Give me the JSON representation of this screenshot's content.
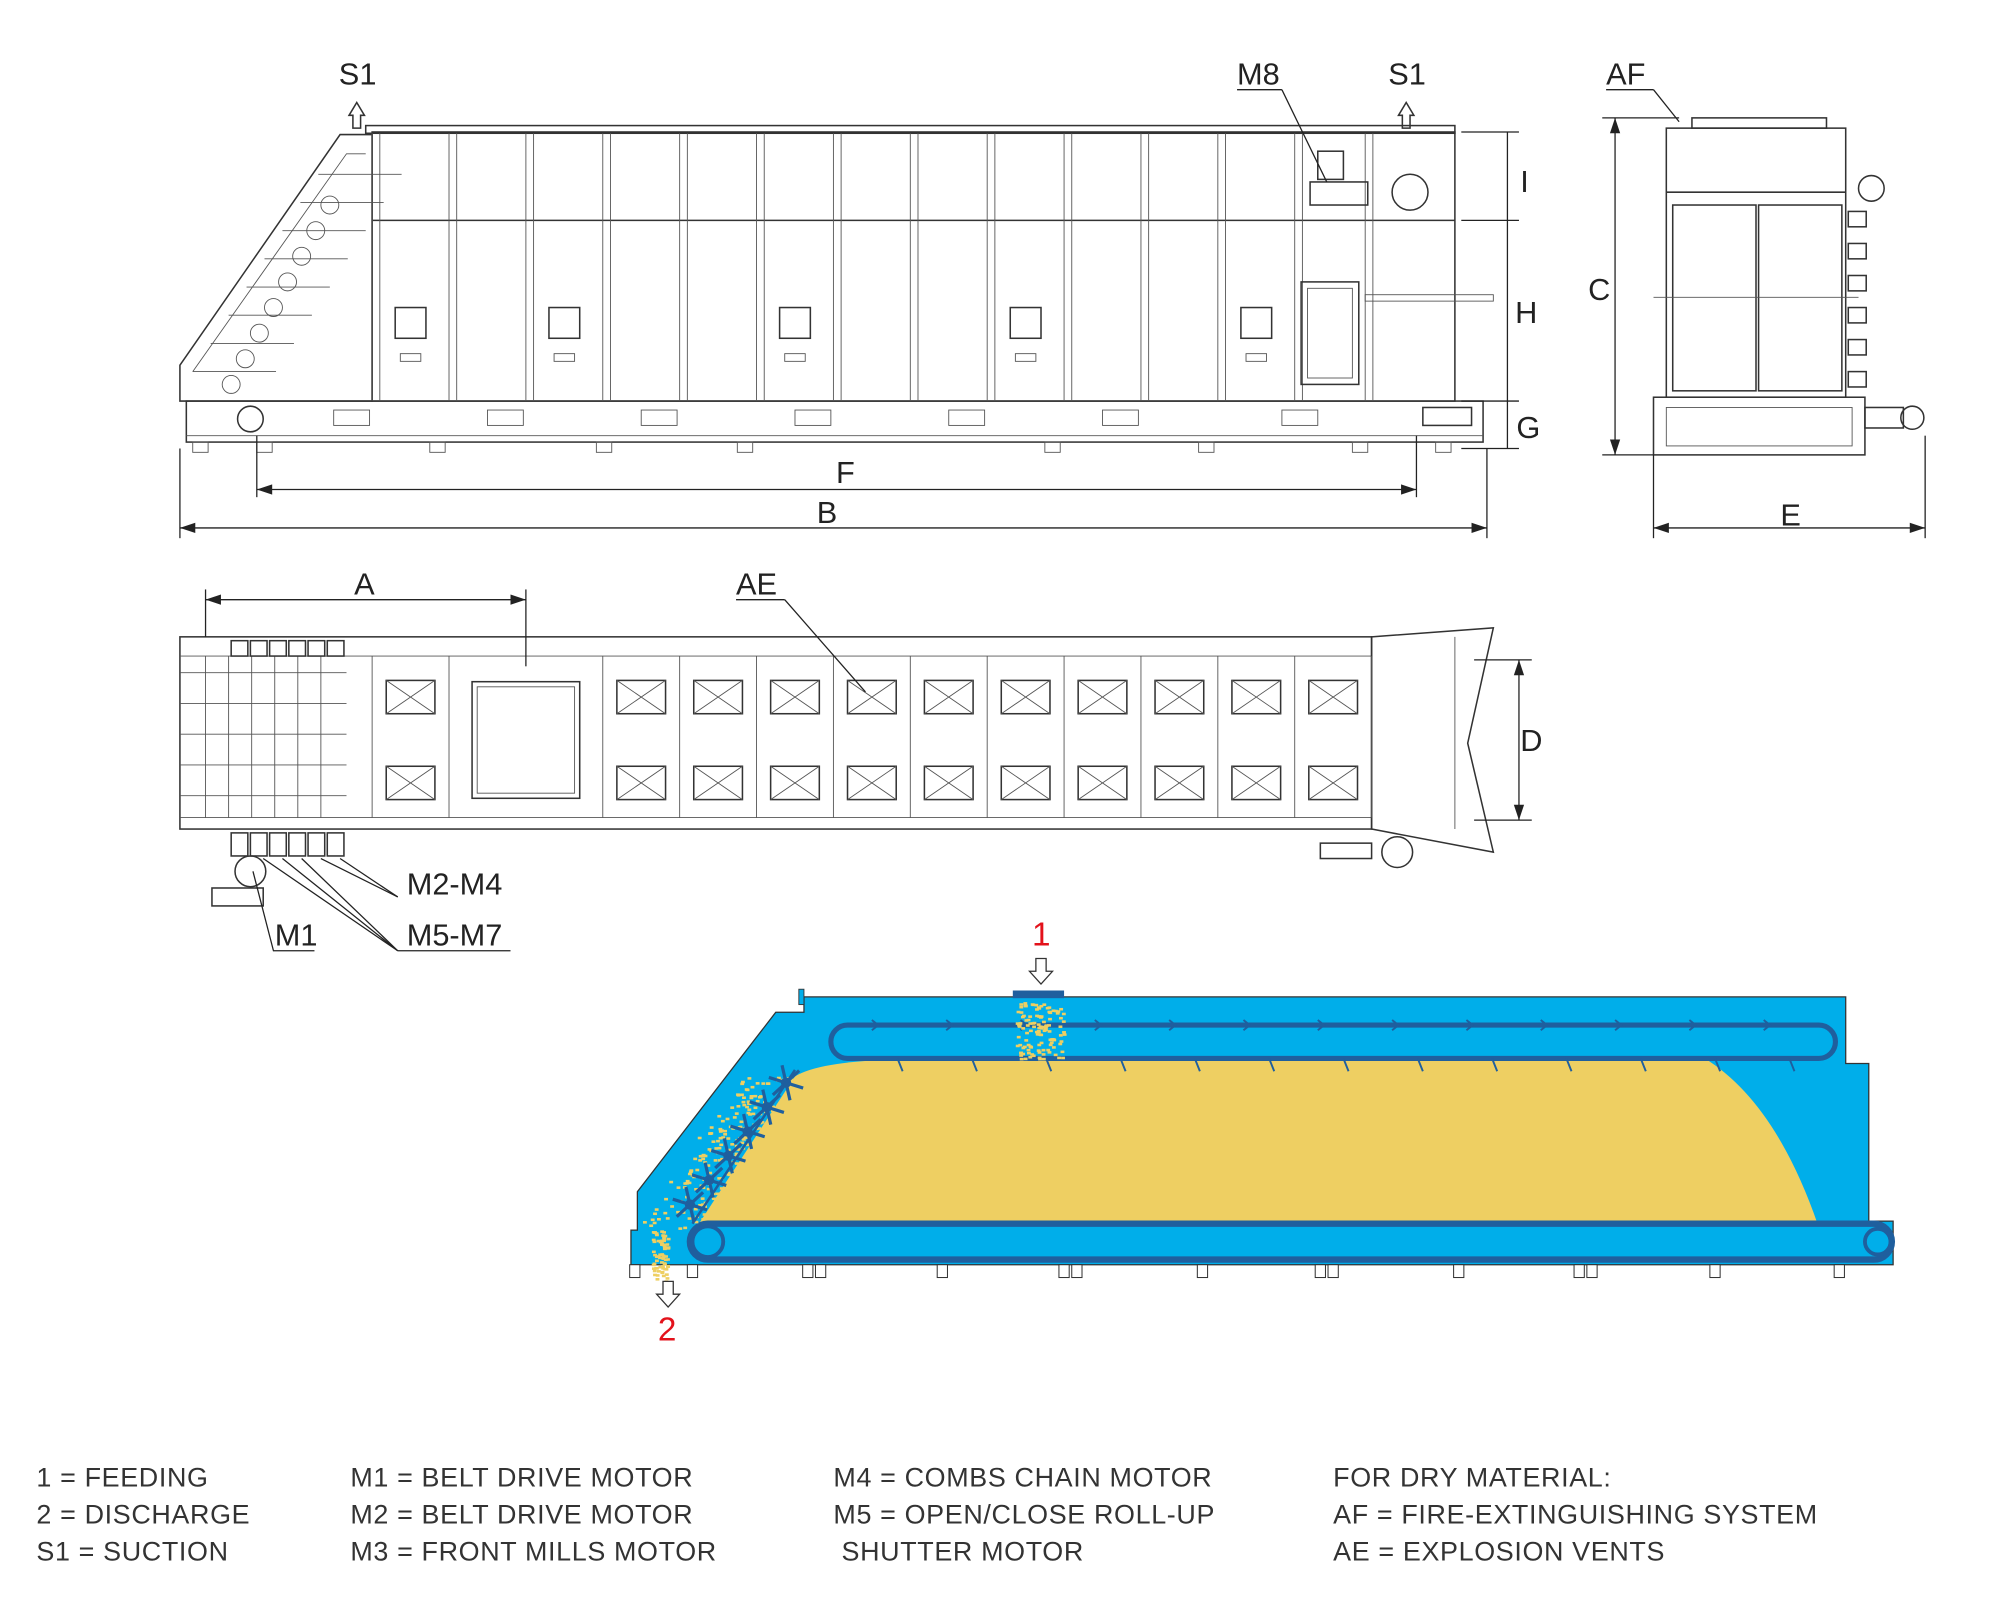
{
  "labels": {
    "s1_left": "S1",
    "s1_right": "S1",
    "m8": "M8",
    "af": "AF",
    "dim_i": "I",
    "dim_h": "H",
    "dim_g": "G",
    "dim_c": "C",
    "dim_f": "F",
    "dim_b": "B",
    "dim_e": "E",
    "dim_a": "A",
    "dim_d": "D",
    "ae": "AE",
    "m2_m4": "M2-M4",
    "m1": "M1",
    "m5_m7": "M5-M7",
    "feeding_marker": "1",
    "discharge_marker": "2"
  },
  "legend": {
    "col1": [
      "1 = FEEDING",
      "2 = DISCHARGE",
      "S1 = SUCTION"
    ],
    "col2": [
      "M1 = BELT DRIVE MOTOR",
      "M2 = BELT DRIVE MOTOR",
      "M3 = FRONT MILLS MOTOR"
    ],
    "col3": [
      "M4 = COMBS CHAIN MOTOR",
      "M5 = OPEN/CLOSE ROLL-UP",
      " SHUTTER MOTOR"
    ],
    "col4": [
      "FOR DRY MATERIAL:",
      "AF = FIRE-EXTINGUISHING SYSTEM",
      "AE = EXPLOSION VENTS"
    ]
  },
  "colors": {
    "machine_blue": "#00aeea",
    "material_yellow": "#eecf62",
    "chain_blue": "#1f5f9e",
    "marker_red": "#e3121b"
  }
}
